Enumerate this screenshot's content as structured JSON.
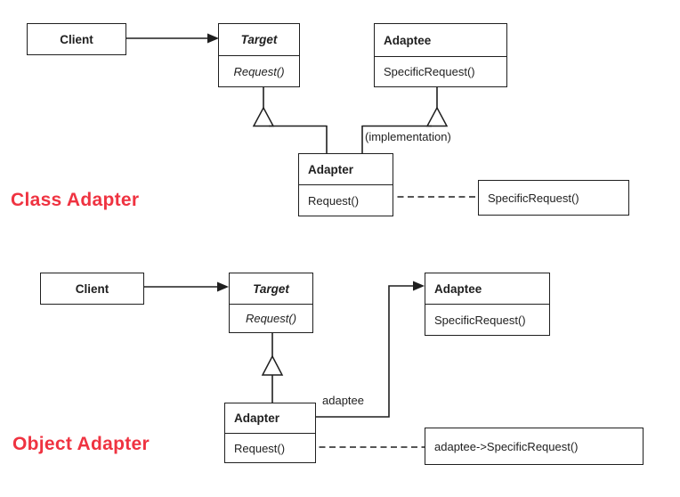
{
  "title_labels": {
    "class_adapter": "Class Adapter",
    "object_adapter": "Object Adapter"
  },
  "colors": {
    "accent_red": "#ef3341",
    "ink": "#1f1f1f",
    "note_fold": "#a8a8a8"
  },
  "class_adapter": {
    "client": {
      "name": "Client"
    },
    "target": {
      "name": "Target",
      "method": "Request()"
    },
    "adaptee": {
      "name": "Adaptee",
      "method": "SpecificRequest()"
    },
    "adapter": {
      "name": "Adapter",
      "method": "Request()"
    },
    "implementation_label": "(implementation)",
    "note_code": "SpecificRequest()"
  },
  "object_adapter": {
    "client": {
      "name": "Client"
    },
    "target": {
      "name": "Target",
      "method": "Request()"
    },
    "adaptee": {
      "name": "Adaptee",
      "method": "SpecificRequest()"
    },
    "adapter": {
      "name": "Adapter",
      "method": "Request()"
    },
    "association_label": "adaptee",
    "note_code": "adaptee->SpecificRequest()"
  }
}
